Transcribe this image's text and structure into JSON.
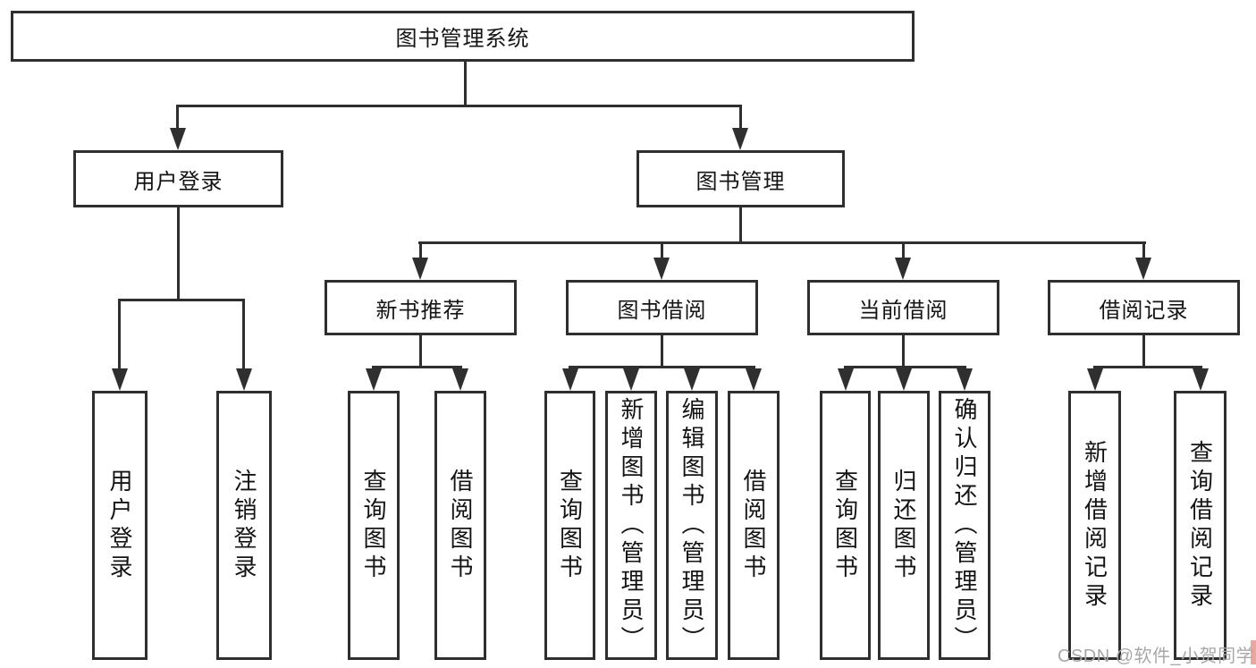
{
  "colors": {
    "line": "#2f2f2f",
    "box_border": "#2f2f2f",
    "box_fill": "#ffffff",
    "text": "#141414",
    "watermark_text": "#a8a8a8",
    "watermark_accent": "#e09a90"
  },
  "tree": {
    "root": {
      "label": "图书管理系统"
    },
    "branches": [
      {
        "label": "用户登录",
        "children": [
          {
            "label": "用户登录"
          },
          {
            "label": "注销登录"
          }
        ]
      },
      {
        "label": "图书管理",
        "children": [
          {
            "label": "新书推荐",
            "children": [
              {
                "label": "查询图书"
              },
              {
                "label": "借阅图书"
              }
            ]
          },
          {
            "label": "图书借阅",
            "children": [
              {
                "label": "查询图书"
              },
              {
                "label": "新增图书（管理员）"
              },
              {
                "label": "编辑图书（管理员）"
              },
              {
                "label": "借阅图书"
              }
            ]
          },
          {
            "label": "当前借阅",
            "children": [
              {
                "label": "查询图书"
              },
              {
                "label": "归还图书"
              },
              {
                "label": "确认归还（管理员）"
              }
            ]
          },
          {
            "label": "借阅记录",
            "children": [
              {
                "label": "新增借阅记录"
              },
              {
                "label": "查询借阅记录"
              }
            ]
          }
        ]
      }
    ]
  },
  "watermark": {
    "text": "CSDN @软件_小贺同学"
  }
}
